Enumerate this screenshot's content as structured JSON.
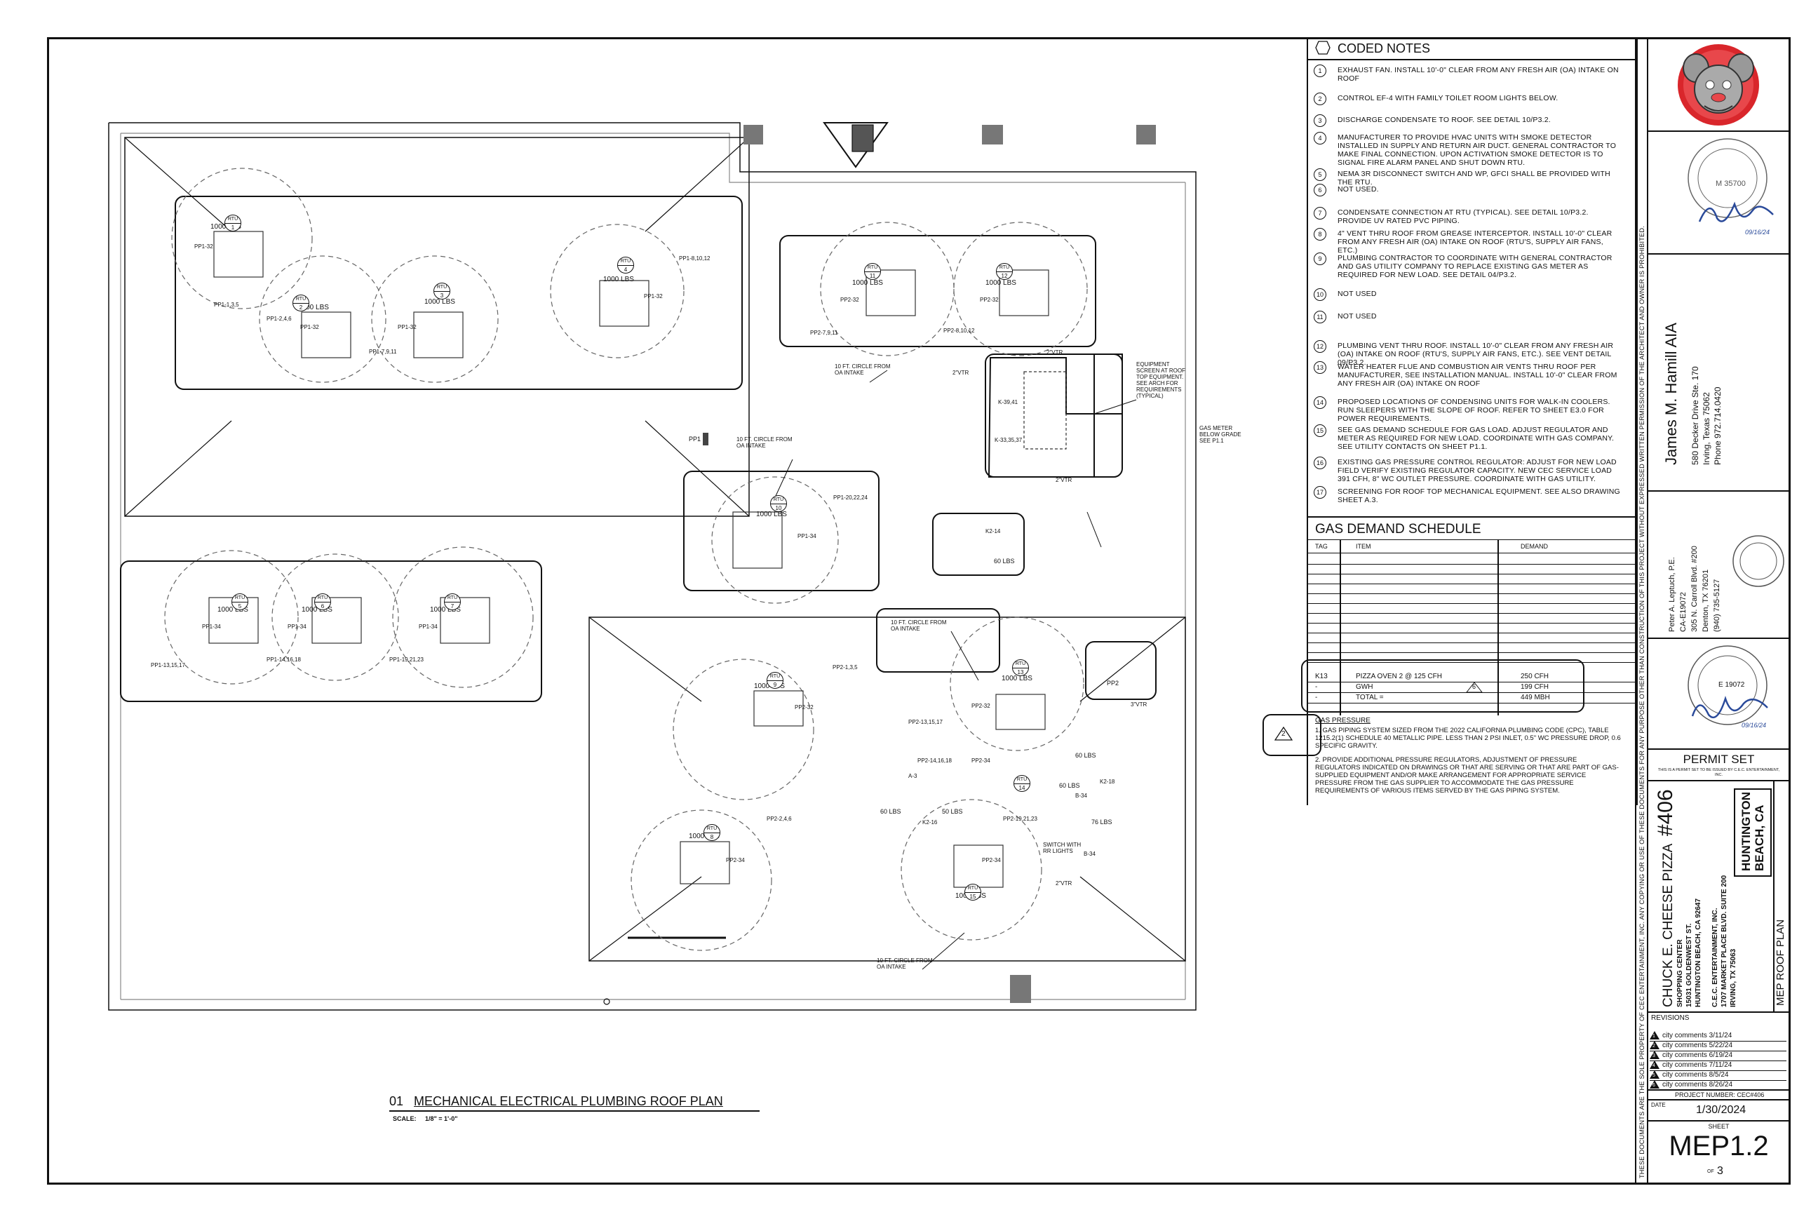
{
  "coded_notes": {
    "title": "CODED NOTES",
    "items": [
      {
        "num": "1",
        "text": "EXHAUST FAN. INSTALL 10'-0\" CLEAR FROM ANY FRESH AIR (OA) INTAKE ON ROOF"
      },
      {
        "num": "2",
        "text": "CONTROL EF-4 WITH FAMILY TOILET ROOM LIGHTS BELOW."
      },
      {
        "num": "3",
        "text": "DISCHARGE CONDENSATE TO ROOF. SEE DETAIL 10/P3.2."
      },
      {
        "num": "4",
        "text": "MANUFACTURER TO PROVIDE HVAC UNITS WITH SMOKE DETECTOR INSTALLED IN SUPPLY AND RETURN AIR DUCT. GENERAL CONTRACTOR TO MAKE FINAL CONNECTION. UPON ACTIVATION SMOKE DETECTOR IS TO SIGNAL FIRE ALARM PANEL AND SHUT DOWN RTU."
      },
      {
        "num": "5",
        "text": "NEMA 3R DISCONNECT SWITCH AND WP, GFCI SHALL BE PROVIDED WITH THE RTU."
      },
      {
        "num": "6",
        "text": "NOT USED."
      },
      {
        "num": "7",
        "text": "CONDENSATE CONNECTION AT RTU (TYPICAL). SEE DETAIL 10/P3.2. PROVIDE UV RATED PVC PIPING."
      },
      {
        "num": "8",
        "text": "4\" VENT THRU ROOF FROM GREASE INTERCEPTOR. INSTALL 10'-0\" CLEAR FROM ANY FRESH AIR (OA) INTAKE ON ROOF (RTU'S, SUPPLY AIR FANS, ETC.)"
      },
      {
        "num": "9",
        "text": "PLUMBING CONTRACTOR TO COORDINATE WITH GENERAL CONTRACTOR AND GAS UTILITY COMPANY TO REPLACE EXISTING GAS METER AS REQUIRED FOR NEW LOAD. SEE DETAIL 04/P3.2."
      },
      {
        "num": "10",
        "text": "NOT USED"
      },
      {
        "num": "11",
        "text": "NOT USED"
      },
      {
        "num": "12",
        "text": "PLUMBING VENT THRU ROOF. INSTALL 10'-0\" CLEAR FROM ANY FRESH AIR (OA) INTAKE ON ROOF (RTU'S, SUPPLY AIR FANS, ETC.). SEE VENT DETAIL 09/P3.2."
      },
      {
        "num": "13",
        "text": "WATER HEATER FLUE AND COMBUSTION AIR VENTS THRU ROOF PER MANUFACTURER, SEE INSTALLATION MANUAL. INSTALL 10'-0\" CLEAR FROM ANY FRESH AIR (OA) INTAKE ON ROOF"
      },
      {
        "num": "14",
        "text": "PROPOSED LOCATIONS OF CONDENSING UNITS FOR WALK-IN COOLERS. RUN SLEEPERS WITH THE SLOPE OF ROOF. REFER TO SHEET E3.0 FOR POWER REQUIREMENTS."
      },
      {
        "num": "15",
        "text": "SEE GAS DEMAND SCHEDULE FOR GAS LOAD. ADJUST REGULATOR AND METER AS REQUIRED FOR NEW LOAD. COORDINATE WITH GAS COMPANY. SEE UTILITY CONTACTS ON SHEET P1.1."
      },
      {
        "num": "16",
        "text": "EXISTING GAS PRESSURE CONTROL REGULATOR: ADJUST FOR NEW LOAD FIELD VERIFY EXISTING REGULATOR CAPACITY. NEW CEC SERVICE LOAD 391 CFH, 8\" WC OUTLET PRESSURE. COORDINATE WITH GAS UTILITY."
      },
      {
        "num": "17",
        "text": "SCREENING FOR ROOF TOP MECHANICAL EQUIPMENT. SEE ALSO DRAWING SHEET A.3."
      }
    ]
  },
  "gas_schedule": {
    "title": "GAS DEMAND SCHEDULE",
    "col_tag": "TAG",
    "col_item": "ITEM",
    "col_demand": "DEMAND",
    "rows": [
      {
        "tag": "K13",
        "item": "PIZZA OVEN 2 @ 125 CFH",
        "demand": "250 CFH"
      },
      {
        "tag": "-",
        "item": "GWH",
        "demand": "199 CFH"
      },
      {
        "tag": "-",
        "item": "TOTAL =",
        "demand": "449 MBH"
      }
    ],
    "rev_mark": "6",
    "pressure_title": "GAS PRESSURE",
    "pressure_notes": [
      "1.  GAS PIPING SYSTEM SIZED FROM THE 2022 CALIFORNIA PLUMBING CODE (CPC), TABLE 1215.2(1) SCHEDULE 40 METALLIC PIPE. LESS THAN 2 PSI INLET, 0.5\" WC PRESSURE DROP, 0.6 SPECIFIC GRAVITY.",
      "2.  PROVIDE ADDITIONAL PRESSURE REGULATORS, ADJUSTMENT OF PRESSURE REGULATORS INDICATED ON DRAWINGS OR THAT ARE SERVING OR THAT ARE PART OF GAS-SUPPLIED EQUIPMENT AND/OR MAKE ARRANGEMENT FOR APPROPRIATE SERVICE PRESSURE FROM THE GAS SUPPLIER TO ACCOMMODATE THE GAS PRESSURE REQUIREMENTS OF VARIOUS ITEMS SERVED BY THE GAS PIPING SYSTEM."
    ],
    "pressure_rev": "2"
  },
  "drawing": {
    "title_num": "01",
    "title": "MECHANICAL ELECTRICAL PLUMBING ROOF PLAN",
    "scale_label": "SCALE:",
    "scale_value": "1/8\" = 1'-0\"",
    "labels": {
      "rtu_weight": "1000 LBS",
      "oa_circle": "10 FT. CIRCLE FROM OA INTAKE",
      "equip_screen": "EQUIPMENT SCREEN AT ROOF TOP EQUIPMENT. SEE ARCH FOR REQUIREMENTS (TYPICAL)",
      "gas_meter": "GAS METER BELOW GRADE SEE P1.1",
      "switch": "SWITCH WITH RR LIGHTS",
      "pp1": "PP1",
      "pp2": "PP2",
      "vtr2": "2\"VTR",
      "vtr3": "3\"VTR",
      "k39": "K-39,41",
      "k33": "K-33,35,37",
      "k14": "K2-14",
      "k16": "K2-16",
      "k18": "K2-18",
      "b34a": "B-34",
      "b34b": "B-34",
      "a3": "A-3",
      "w60": "60 LBS",
      "w50": "50 LBS",
      "w76": "76 LBS",
      "pp1_135": "PP1-1,3,5",
      "pp1_246": "PP1-2,4,6",
      "pp1_7911": "PP1-7,9,11",
      "pp1_81012": "PP1-8,10,12",
      "pp1_32a": "PP1-32",
      "pp1_32b": "PP1-32",
      "pp1_32c": "PP1-32",
      "pp1_32d": "PP1-32",
      "pp1_34a": "PP1-34",
      "pp1_34b": "PP1-34",
      "pp1_34c": "PP1-34",
      "pp1_34d": "PP1-34",
      "pp1_131517": "PP1-13,15,17",
      "pp1_141618": "PP1-14,16,18",
      "pp1_192123": "PP1-19,21,23",
      "pp1_202224": "PP1-20,22,24",
      "pp2_32a": "PP2-32",
      "pp2_32b": "PP2-32",
      "pp2_32c": "PP2-32",
      "pp2_32d": "PP2-32",
      "pp2_34a": "PP2-34",
      "pp2_34b": "PP2-34",
      "pp2_34c": "PP2-34",
      "pp2_7911": "PP2-7,9,11",
      "pp2_81012": "PP2-8,10,12",
      "pp2_135": "PP2-1,3,5",
      "pp2_246": "PP2-2,4,6",
      "pp2_131517": "PP2-13,15,17",
      "pp2_141618": "PP2-14,16,18",
      "pp2_192123": "PP2-19,21,23"
    },
    "rtus": [
      "1",
      "2",
      "3",
      "4",
      "5",
      "6",
      "7",
      "8",
      "9",
      "10",
      "11",
      "12",
      "13",
      "14",
      "15"
    ]
  },
  "titleblock": {
    "architect_name": "James M. Hamill AIA",
    "architect_addr1": "580 Decker Drive Ste. 170",
    "architect_addr2": "Irving, Texas 75062",
    "architect_phone": "Phone 972.714.0420",
    "engineer_name": "Peter A. Leptuch, P.E.",
    "engineer_lic": "CA-E19072",
    "engineer_addr1": "305 N. Carroll Blvd. #200",
    "engineer_addr2": "Denton, TX 76201",
    "engineer_phone": "(940) 735-5127",
    "seal_num1": "M 35700",
    "seal_num2": "E 19072",
    "sig_date": "09/16/24",
    "permit_set": "PERMIT SET",
    "permit_fine": "THIS IS A PERMIT SET TO BE ISSUED BY C.E.C. ENTERTAINMENT, INC.",
    "project_name": "CHUCK E. CHEESE PIZZA",
    "project_num": "#406",
    "center": "SHOPPING CENTER",
    "address1": "15031 GOLDENWEST ST.",
    "address2": "HUNTINGTON BEACH, CA 92647",
    "owner1": "C.E.C. ENTERTAINMENT, INC.",
    "owner2": "1707 MARKET PLACE BLVD. SUITE 200",
    "owner3": "IRVING, TX 75063",
    "city": "HUNTINGTON BEACH, CA",
    "sheet_title": "MEP ROOF PLAN",
    "revisions_label": "REVISIONS",
    "revisions": [
      {
        "n": "1",
        "text": "city comments 3/11/24"
      },
      {
        "n": "2",
        "text": "city comments 5/22/24"
      },
      {
        "n": "3",
        "text": "city comments 6/19/24"
      },
      {
        "n": "4",
        "text": "city comments 7/11/24"
      },
      {
        "n": "5",
        "text": "city comments 8/5/24"
      },
      {
        "n": "6",
        "text": "city comments 8/26/24"
      }
    ],
    "project_number": "PROJECT NUMBER: CEC#406",
    "date_label": "DATE",
    "date": "1/30/2024",
    "sheet_label": "SHEET",
    "sheet": "MEP1.2",
    "of_label": "OF",
    "of_total": "3",
    "disclaimer": "THESE DOCUMENTS ARE THE SOLE PROPERTY OF CEC ENTERTAINMENT, INC. ANY COPYING OR USE OF THESE DOCUMENTS FOR ANY PURPOSE OTHER THAN CONSTRUCTION OF THIS PROJECT WITHOUT EXPRESSED WRITTEN PERMISSION OF THE ARCHITECT AND OWNER IS PROHIBITED."
  },
  "colors": {
    "ink": "#111111",
    "seal_blue": "#2a4a9a",
    "logo_red": "#d9262b"
  }
}
